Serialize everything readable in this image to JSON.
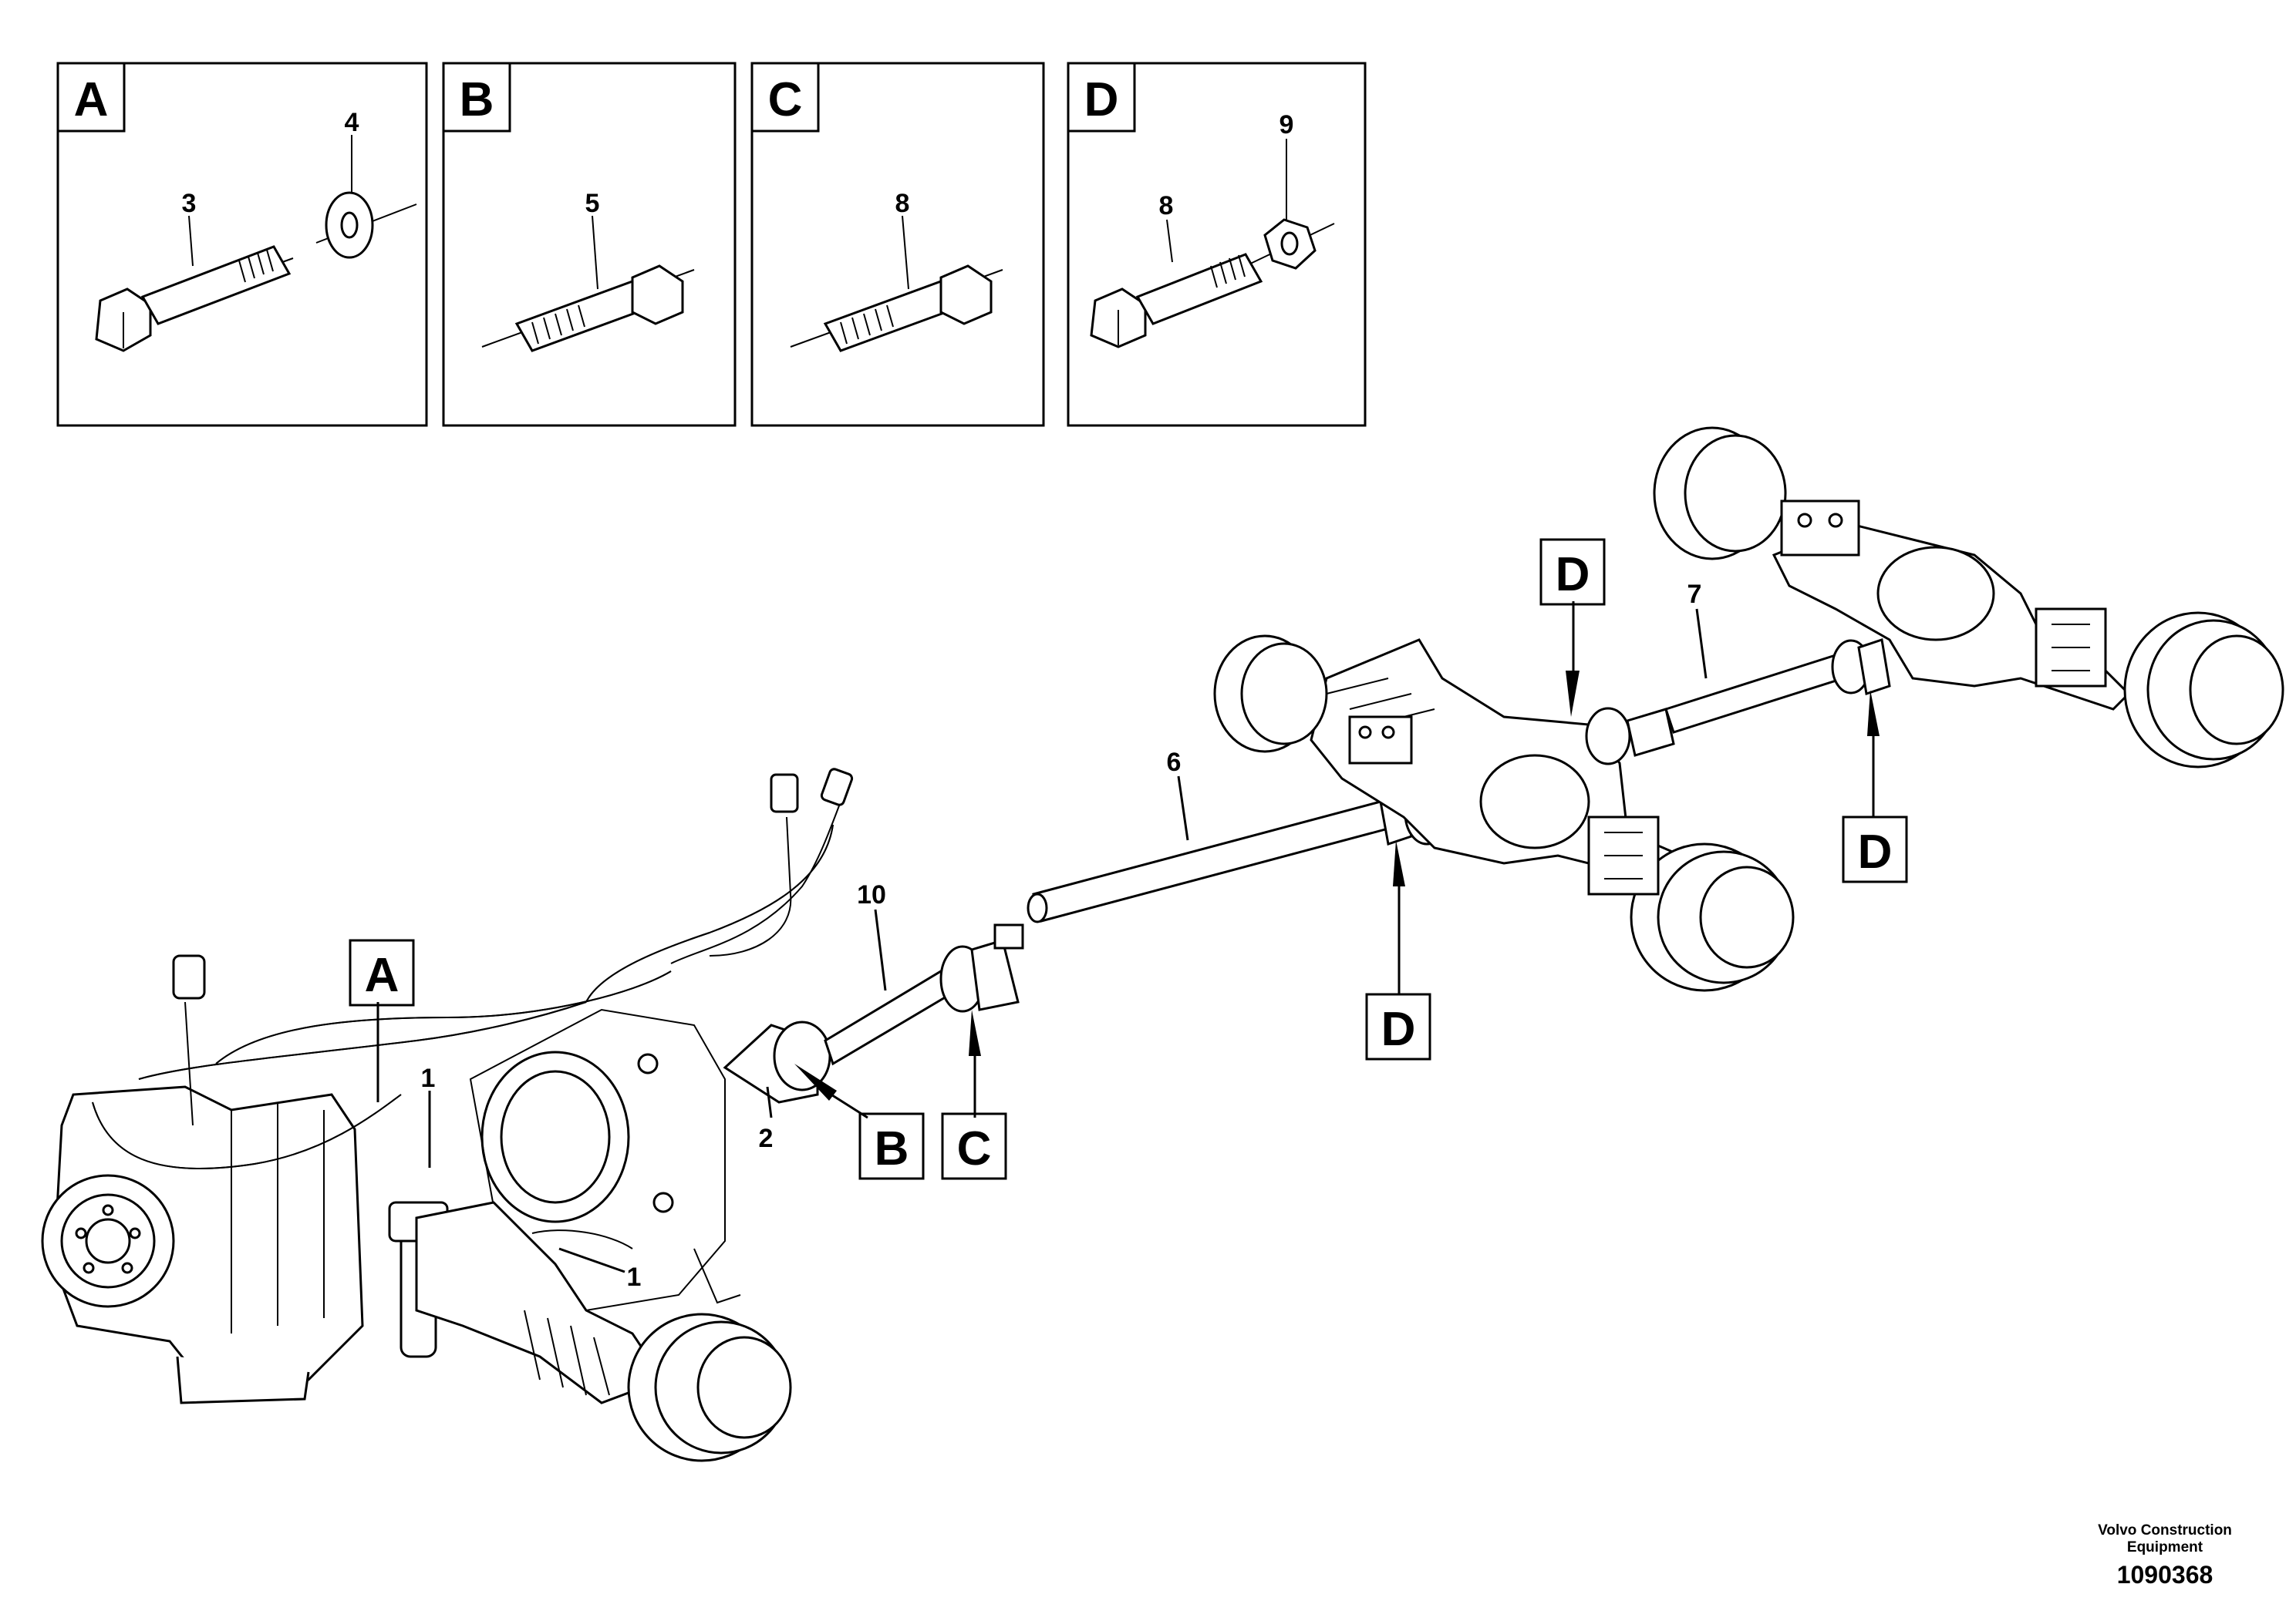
{
  "detail_panels": [
    {
      "letter": "A",
      "parts": [
        "3",
        "4"
      ]
    },
    {
      "letter": "B",
      "parts": [
        "5"
      ]
    },
    {
      "letter": "C",
      "parts": [
        "8"
      ]
    },
    {
      "letter": "D",
      "parts": [
        "8",
        "9"
      ]
    }
  ],
  "callouts": {
    "part_1a": "1",
    "part_1b": "1",
    "part_2": "2",
    "part_6": "6",
    "part_7": "7",
    "part_10": "10",
    "ref_a": "A",
    "ref_b": "B",
    "ref_c": "C",
    "ref_d1": "D",
    "ref_d2": "D",
    "ref_d3": "D"
  },
  "footer": {
    "company_line1": "Volvo Construction",
    "company_line2": "Equipment",
    "drawing_number": "1090368"
  }
}
